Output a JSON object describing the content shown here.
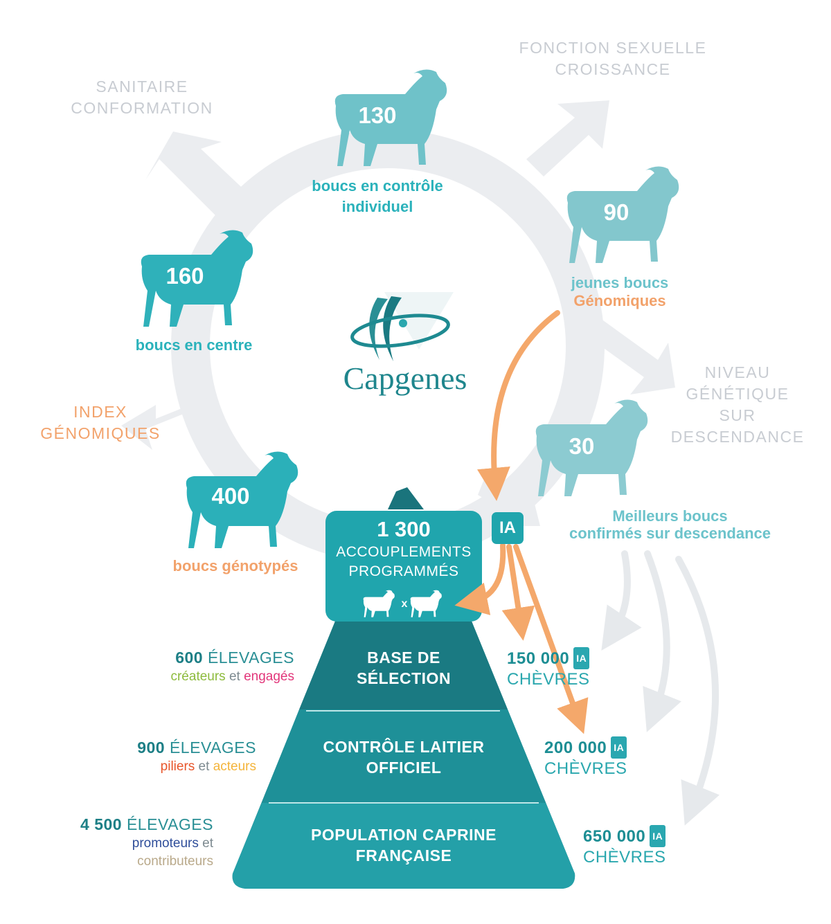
{
  "outer_labels": {
    "sanitaire": [
      "SANITAIRE",
      "CONFORMATION"
    ],
    "fonction": [
      "FONCTION SEXUELLE",
      "CROISSANCE"
    ],
    "index": [
      "INDEX",
      "GÉNOMIQUES"
    ],
    "niveau": [
      "NIVEAU",
      "GÉNÉTIQUE",
      "SUR",
      "DESCENDANCE"
    ]
  },
  "goats": {
    "g130": {
      "number": "130",
      "label": [
        "boucs en contrôle",
        "individuel"
      ]
    },
    "g90": {
      "number": "90",
      "label": [
        "jeunes boucs",
        "Génomiques"
      ]
    },
    "g160": {
      "number": "160",
      "label": [
        "boucs en centre"
      ]
    },
    "g30": {
      "number": "30",
      "label": [
        "Meilleurs boucs",
        "confirmés sur descendance"
      ]
    },
    "g400": {
      "number": "400",
      "label": [
        "boucs génotypés"
      ]
    }
  },
  "logo": {
    "name": "Capgenes"
  },
  "top_box": {
    "number": "1 300",
    "line1": "ACCOUPLEMENTS",
    "line2": "PROGRAMMÉS",
    "x": "x"
  },
  "ia_badge": "IA",
  "pyramid": {
    "tier1": [
      "BASE DE",
      "SÉLECTION"
    ],
    "tier2": [
      "CONTRÔLE LAITIER",
      "OFFICIEL"
    ],
    "tier3": [
      "POPULATION CAPRINE",
      "FRANÇAISE"
    ]
  },
  "farms": {
    "f600": {
      "num": "600",
      "word": "ÉLEVAGES",
      "sub": [
        {
          "text": "créateurs",
          "color": "#8dbb3d"
        },
        {
          "text": " et ",
          "color": "#7d8a90"
        },
        {
          "text": "engagés",
          "color": "#e2367a"
        }
      ]
    },
    "f900": {
      "num": "900",
      "word": "ÉLEVAGES",
      "sub": [
        {
          "text": "piliers",
          "color": "#e8552a"
        },
        {
          "text": " et ",
          "color": "#7d8a90"
        },
        {
          "text": "acteurs",
          "color": "#f4b43a"
        }
      ]
    },
    "f4500": {
      "num": "4 500",
      "word": "ÉLEVAGES",
      "sub1": [
        {
          "text": "promoteurs",
          "color": "#2f4e9a"
        },
        {
          "text": " et",
          "color": "#7d8a90"
        }
      ],
      "sub2": [
        {
          "text": "contributeurs",
          "color": "#b9a98a"
        }
      ]
    }
  },
  "goat_counts": {
    "c150": {
      "num": "150 000",
      "ia": "IA",
      "word": "CHÈVRES"
    },
    "c200": {
      "num": "200 000",
      "ia": "IA",
      "word": "CHÈVRES"
    },
    "c650": {
      "num": "650 000",
      "ia": "IA",
      "word": "CHÈVRES"
    }
  },
  "colors": {
    "teal_dark": "#1a7c84",
    "teal_mid": "#2aa5ad",
    "teal_light": "#7fc6cc",
    "orange": "#f4a86b",
    "grey_arrow": "#e8eaed"
  }
}
